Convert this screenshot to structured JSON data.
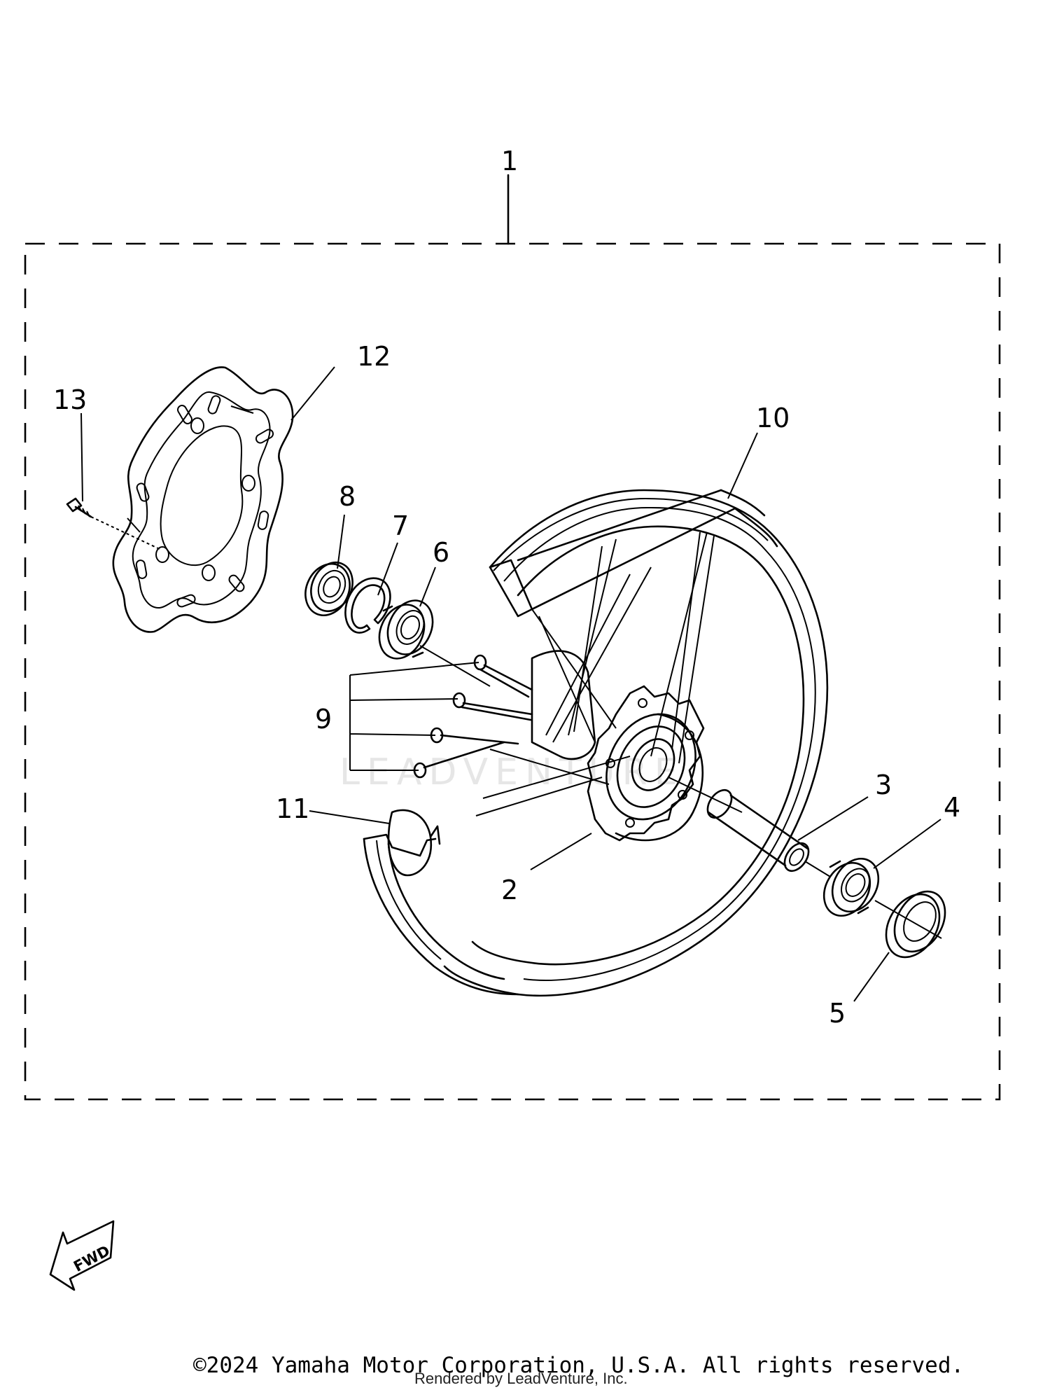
{
  "callouts": {
    "c1": "1",
    "c2": "2",
    "c3": "3",
    "c4": "4",
    "c5": "5",
    "c6": "6",
    "c7": "7",
    "c8": "8",
    "c9": "9",
    "c10": "10",
    "c11": "11",
    "c12": "12",
    "c13": "13"
  },
  "direction_badge": "FWD",
  "watermark": "LEADVENTURE",
  "copyright": "©2024 Yamaha Motor Corporation, U.S.A. All rights reserved.",
  "rendered_by": "Rendered by LeadVenture, Inc."
}
